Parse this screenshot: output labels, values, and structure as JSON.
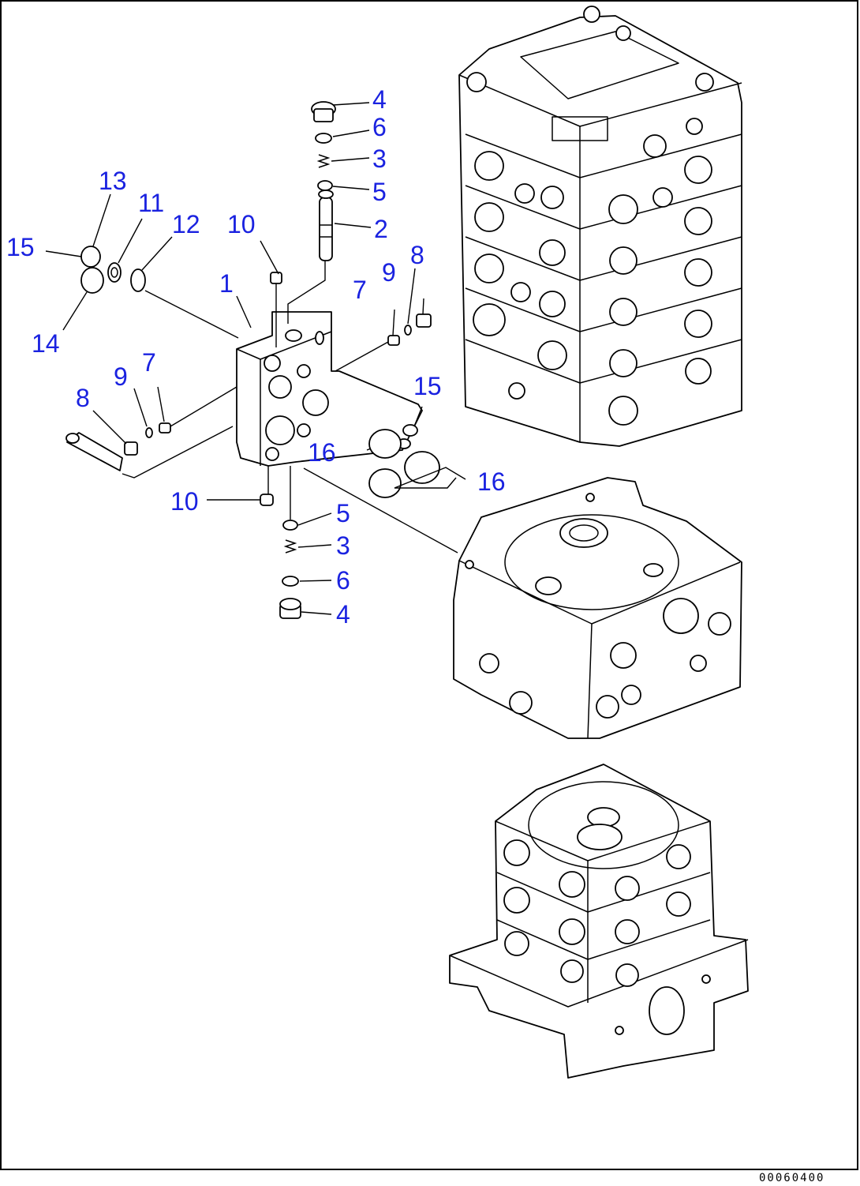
{
  "callouts": [
    "1",
    "2",
    "3",
    "3",
    "4",
    "4",
    "5",
    "5",
    "6",
    "6",
    "7",
    "7",
    "8",
    "8",
    "9",
    "9",
    "10",
    "10",
    "11",
    "12",
    "13",
    "14",
    "15",
    "15",
    "16",
    "16"
  ],
  "figure_code": "00060400",
  "colors": {
    "callout": "#1a22e0",
    "line": "#000000",
    "background": "#ffffff"
  }
}
